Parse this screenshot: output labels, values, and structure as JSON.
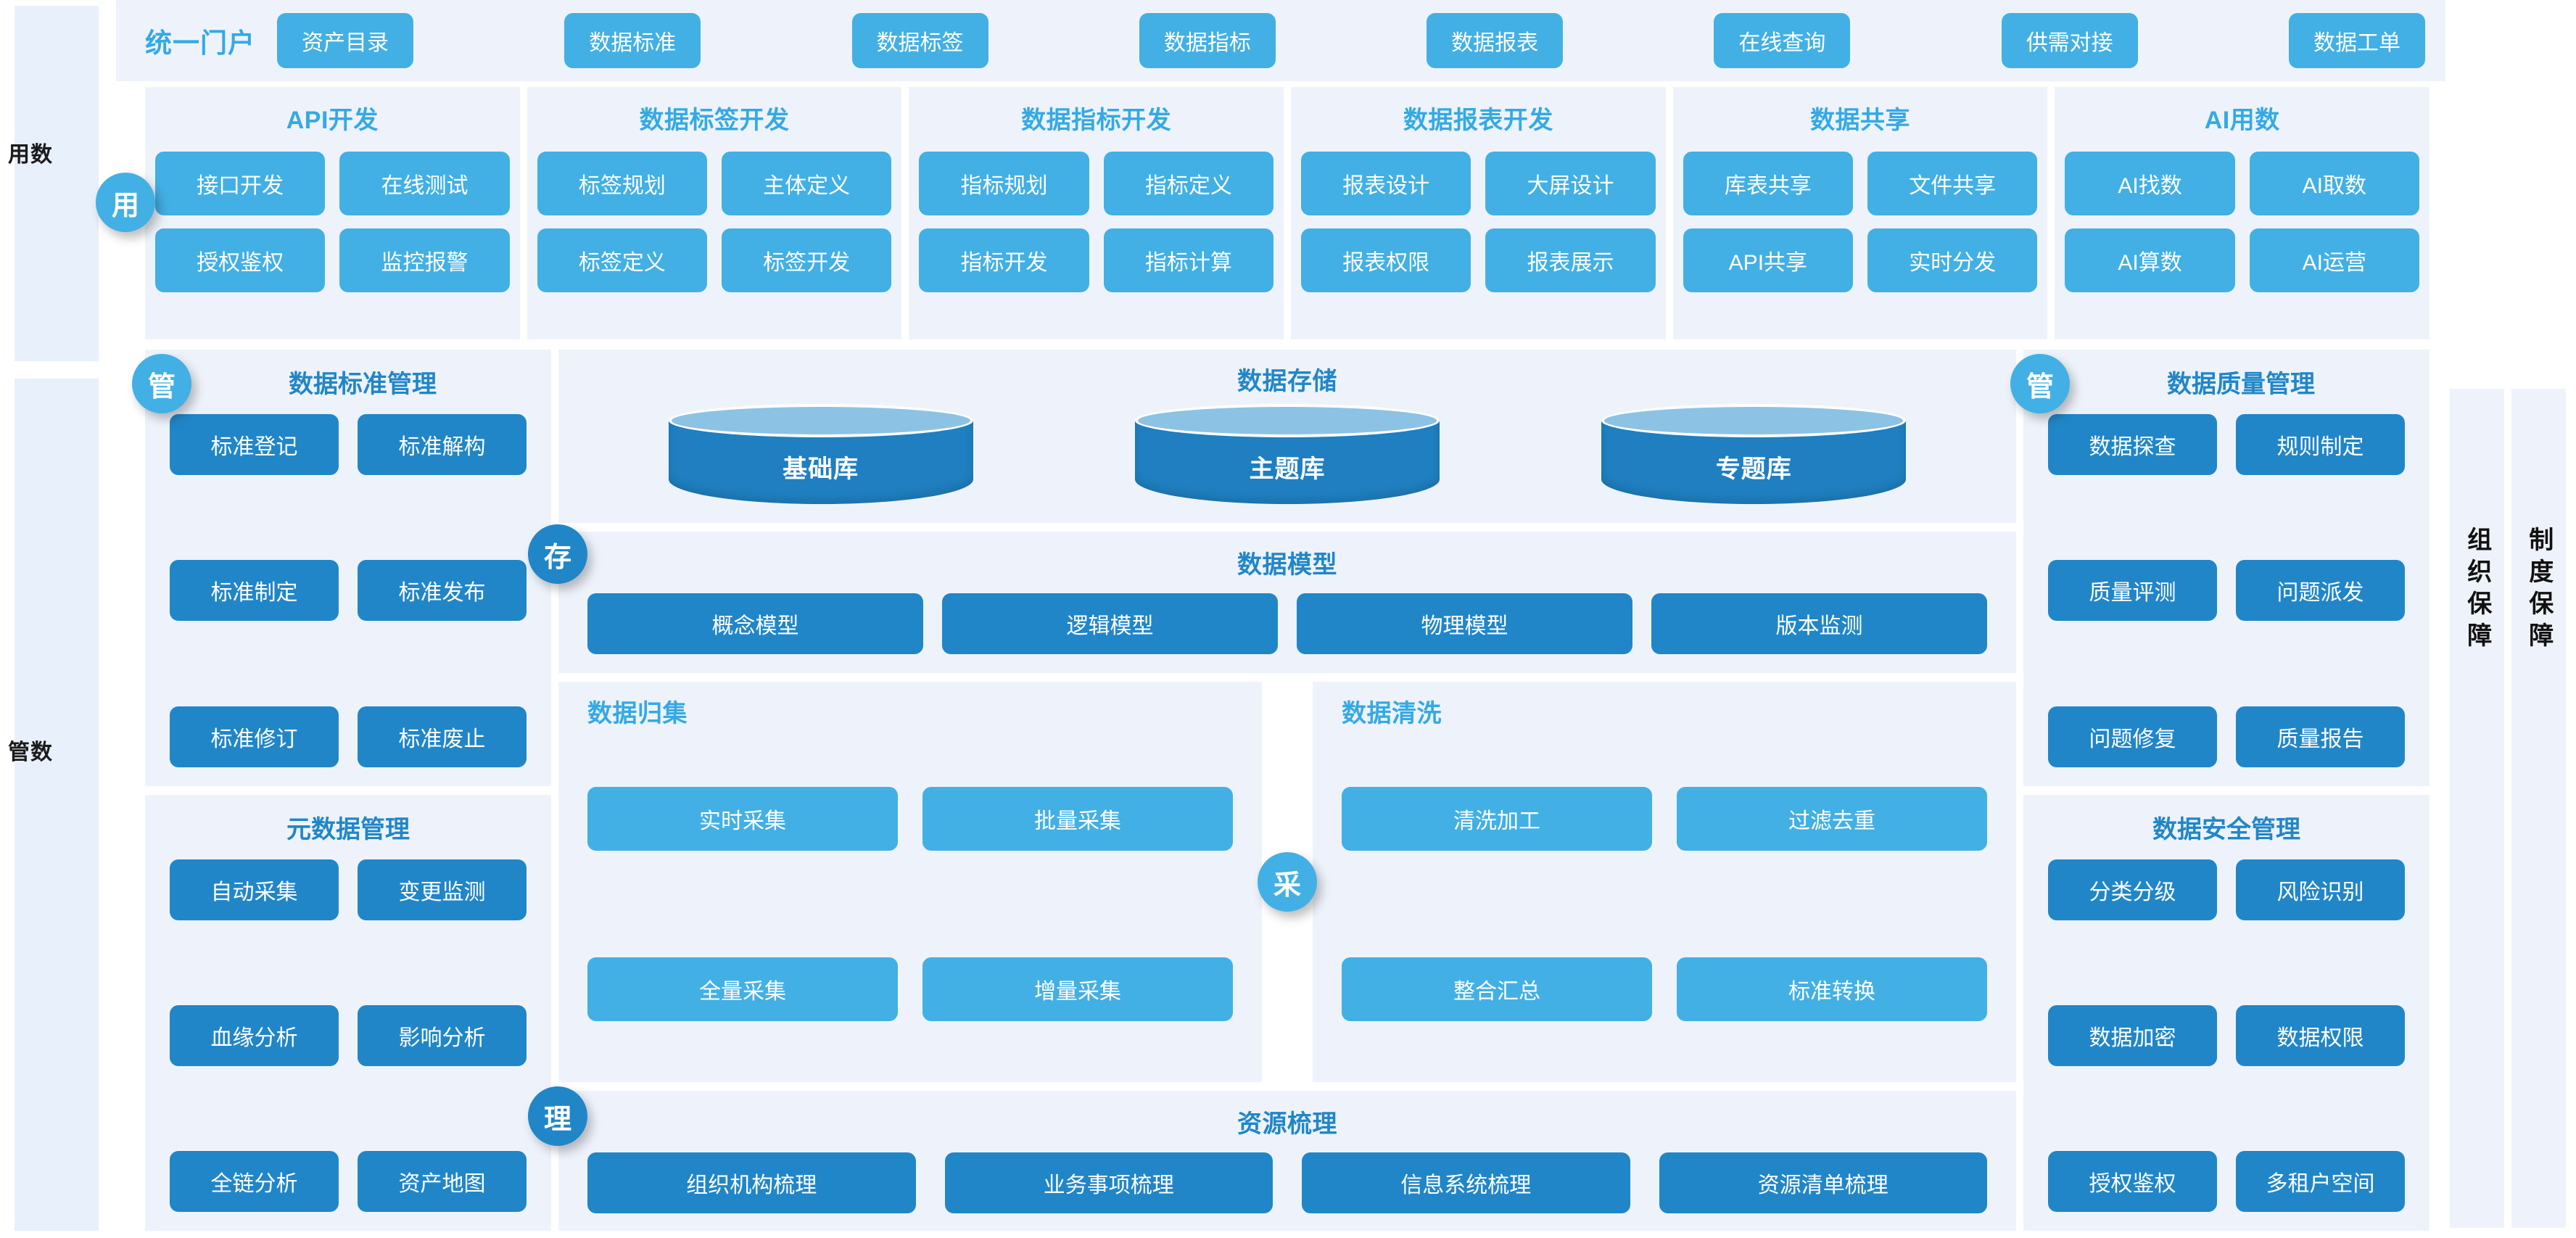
{
  "rails": {
    "left": [
      {
        "label": "用数"
      },
      {
        "label": "管数"
      }
    ],
    "right": [
      {
        "label": "组织保障"
      },
      {
        "label": "制度保障"
      }
    ]
  },
  "badges": {
    "yong": "用",
    "guan_left": "管",
    "guan_right": "管",
    "cun": "存",
    "cai": "采",
    "li": "理"
  },
  "portal": {
    "title": "统一门户",
    "items": [
      {
        "label": "资产目录"
      },
      {
        "label": "数据标准"
      },
      {
        "label": "数据标签"
      },
      {
        "label": "数据指标"
      },
      {
        "label": "数据报表"
      },
      {
        "label": "在线查询"
      },
      {
        "label": "供需对接"
      },
      {
        "label": "数据工单"
      }
    ]
  },
  "use_layer": {
    "cards": [
      {
        "title": "API开发",
        "tiles": [
          "接口开发",
          "在线测试",
          "授权鉴权",
          "监控报警"
        ]
      },
      {
        "title": "数据标签开发",
        "tiles": [
          "标签规划",
          "主体定义",
          "标签定义",
          "标签开发"
        ]
      },
      {
        "title": "数据指标开发",
        "tiles": [
          "指标规划",
          "指标定义",
          "指标开发",
          "指标计算"
        ]
      },
      {
        "title": "数据报表开发",
        "tiles": [
          "报表设计",
          "大屏设计",
          "报表权限",
          "报表展示"
        ]
      },
      {
        "title": "数据共享",
        "tiles": [
          "库表共享",
          "文件共享",
          "API共享",
          "实时分发"
        ]
      },
      {
        "title": "AI用数",
        "tiles": [
          "AI找数",
          "AI取数",
          "AI算数",
          "AI运营"
        ]
      }
    ]
  },
  "left_column": {
    "panels": [
      {
        "title": "数据标准管理",
        "tiles": [
          "标准登记",
          "标准解构",
          "标准制定",
          "标准发布",
          "标准修订",
          "标准废止"
        ]
      },
      {
        "title": "元数据管理",
        "tiles": [
          "自动采集",
          "变更监测",
          "血缘分析",
          "影响分析",
          "全链分析",
          "资产地图"
        ]
      }
    ]
  },
  "right_column": {
    "panels": [
      {
        "title": "数据质量管理",
        "tiles": [
          "数据探查",
          "规则制定",
          "质量评测",
          "问题派发",
          "问题修复",
          "质量报告"
        ]
      },
      {
        "title": "数据安全管理",
        "tiles": [
          "分类分级",
          "风险识别",
          "数据加密",
          "数据权限",
          "授权鉴权",
          "多租户空间"
        ]
      }
    ]
  },
  "center": {
    "storage": {
      "title": "数据存储",
      "cylinders": [
        "基础库",
        "主题库",
        "专题库"
      ]
    },
    "model": {
      "title": "数据模型",
      "tiles": [
        "概念模型",
        "逻辑模型",
        "物理模型",
        "版本监测"
      ]
    },
    "collect": {
      "title": "数据归集",
      "tiles": [
        "实时采集",
        "批量采集",
        "全量采集",
        "增量采集"
      ]
    },
    "clean": {
      "title": "数据清洗",
      "tiles": [
        "清洗加工",
        "过滤去重",
        "整合汇总",
        "标准转换"
      ]
    },
    "resource": {
      "title": "资源梳理",
      "tiles": [
        "组织机构梳理",
        "业务事项梳理",
        "信息系统梳理",
        "资源清单梳理"
      ]
    }
  },
  "colors": {
    "accent_light": "#42b0e4",
    "accent_dark": "#2086c8",
    "panel_bg": "#eef3fb",
    "title_light": "#34a9e5",
    "title_dark": "#2186c8"
  }
}
